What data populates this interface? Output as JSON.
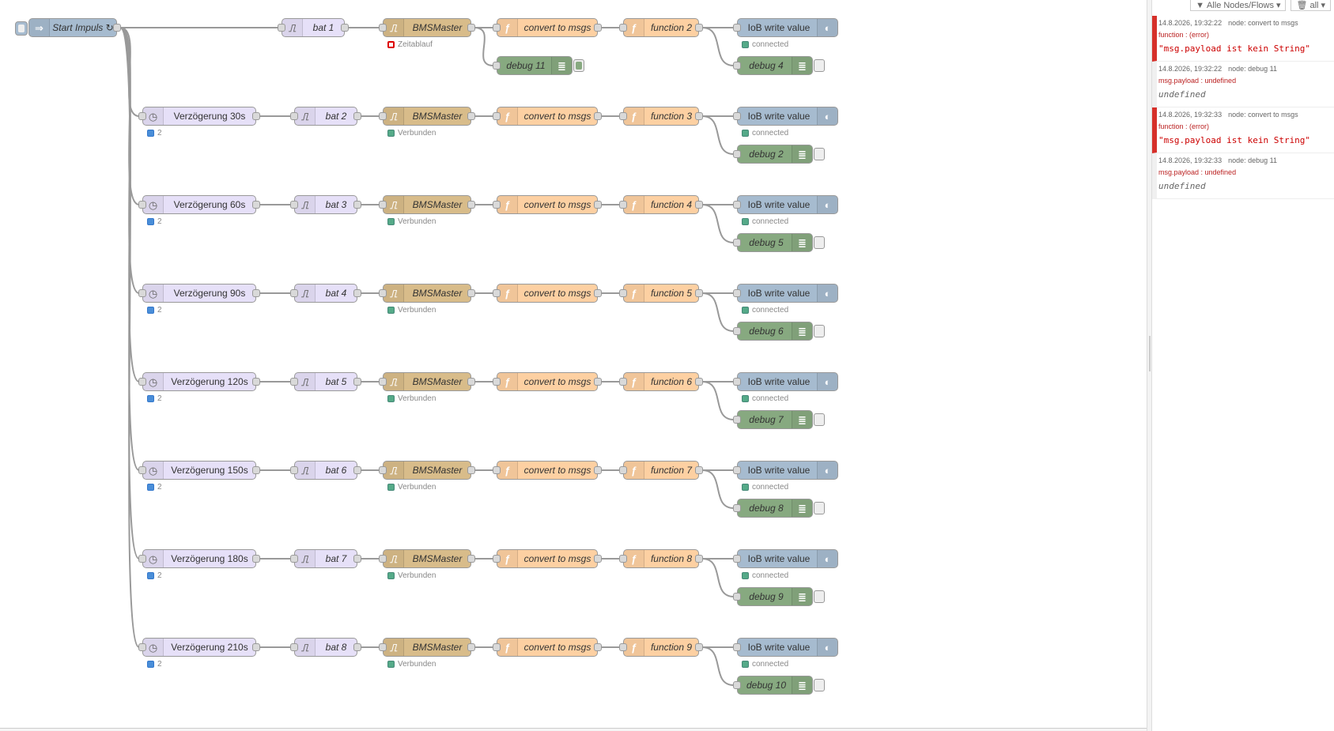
{
  "colors": {
    "inject": "#a6bbcf",
    "delay": "#e6e0f8",
    "trigger": "#e6e0f8",
    "modbus": "#d8bc8a",
    "function": "#fdd0a2",
    "iobroker": "#a6bbcf",
    "debug": "#87a980",
    "wire": "#999999",
    "error": "#d6302a"
  },
  "inject": {
    "label": "Start Impuls ↻",
    "icon": "arrow-right-icon"
  },
  "rows": [
    {
      "delay": null,
      "trigger": "bat 1",
      "modbus": "BMSMaster",
      "modbus_status": "Zeitablauf",
      "modbus_status_color": "red",
      "convert": "convert to msgs",
      "function": "function 2",
      "iob": "IoB write value",
      "iob_status": "connected",
      "debug": "debug 4"
    },
    {
      "delay": "Verzögerung 30s",
      "delay_status": "2",
      "trigger": "bat 2",
      "modbus": "BMSMaster",
      "modbus_status": "Verbunden",
      "modbus_status_color": "green",
      "convert": "convert to msgs",
      "function": "function 3",
      "iob": "IoB write value",
      "iob_status": "connected",
      "debug": "debug 2"
    },
    {
      "delay": "Verzögerung 60s",
      "delay_status": "2",
      "trigger": "bat 3",
      "modbus": "BMSMaster",
      "modbus_status": "Verbunden",
      "modbus_status_color": "green",
      "convert": "convert to msgs",
      "function": "function 4",
      "iob": "IoB write value",
      "iob_status": "connected",
      "debug": "debug 5"
    },
    {
      "delay": "Verzögerung 90s",
      "delay_status": "2",
      "trigger": "bat 4",
      "modbus": "BMSMaster",
      "modbus_status": "Verbunden",
      "modbus_status_color": "green",
      "convert": "convert to msgs",
      "function": "function 5",
      "iob": "IoB write value",
      "iob_status": "connected",
      "debug": "debug 6"
    },
    {
      "delay": "Verzögerung 120s",
      "delay_status": "2",
      "trigger": "bat 5",
      "modbus": "BMSMaster",
      "modbus_status": "Verbunden",
      "modbus_status_color": "green",
      "convert": "convert to msgs",
      "function": "function 6",
      "iob": "IoB write value",
      "iob_status": "connected",
      "debug": "debug 7"
    },
    {
      "delay": "Verzögerung 150s",
      "delay_status": "2",
      "trigger": "bat 6",
      "modbus": "BMSMaster",
      "modbus_status": "Verbunden",
      "modbus_status_color": "green",
      "convert": "convert to msgs",
      "function": "function 7",
      "iob": "IoB write value",
      "iob_status": "connected",
      "debug": "debug 8"
    },
    {
      "delay": "Verzögerung 180s",
      "delay_status": "2",
      "trigger": "bat 7",
      "modbus": "BMSMaster",
      "modbus_status": "Verbunden",
      "modbus_status_color": "green",
      "convert": "convert to msgs",
      "function": "function 8",
      "iob": "IoB write value",
      "iob_status": "connected",
      "debug": "debug 9"
    },
    {
      "delay": "Verzögerung 210s",
      "delay_status": "2",
      "trigger": "bat 8",
      "modbus": "BMSMaster",
      "modbus_status": "Verbunden",
      "modbus_status_color": "green",
      "convert": "convert to msgs",
      "function": "function 9",
      "iob": "IoB write value",
      "iob_status": "connected",
      "debug": "debug 10"
    }
  ],
  "extra_debug": {
    "label": "debug 11"
  },
  "sidebar": {
    "filter_label": "Alle Nodes/Flows",
    "clear_label": "all",
    "messages": [
      {
        "type": "error",
        "time": "14.8.2026, 19:32:22",
        "node": "node: convert to msgs",
        "topic": "function : (error)",
        "payload": "\"msg.payload ist kein String\""
      },
      {
        "type": "plain",
        "time": "14.8.2026, 19:32:22",
        "node": "node: debug 11",
        "topic": "msg.payload : undefined",
        "payload": "undefined"
      },
      {
        "type": "error",
        "time": "14.8.2026, 19:32:33",
        "node": "node: convert to msgs",
        "topic": "function : (error)",
        "payload": "\"msg.payload ist kein String\""
      },
      {
        "type": "plain",
        "time": "14.8.2026, 19:32:33",
        "node": "node: debug 11",
        "topic": "msg.payload : undefined",
        "payload": "undefined"
      }
    ]
  }
}
